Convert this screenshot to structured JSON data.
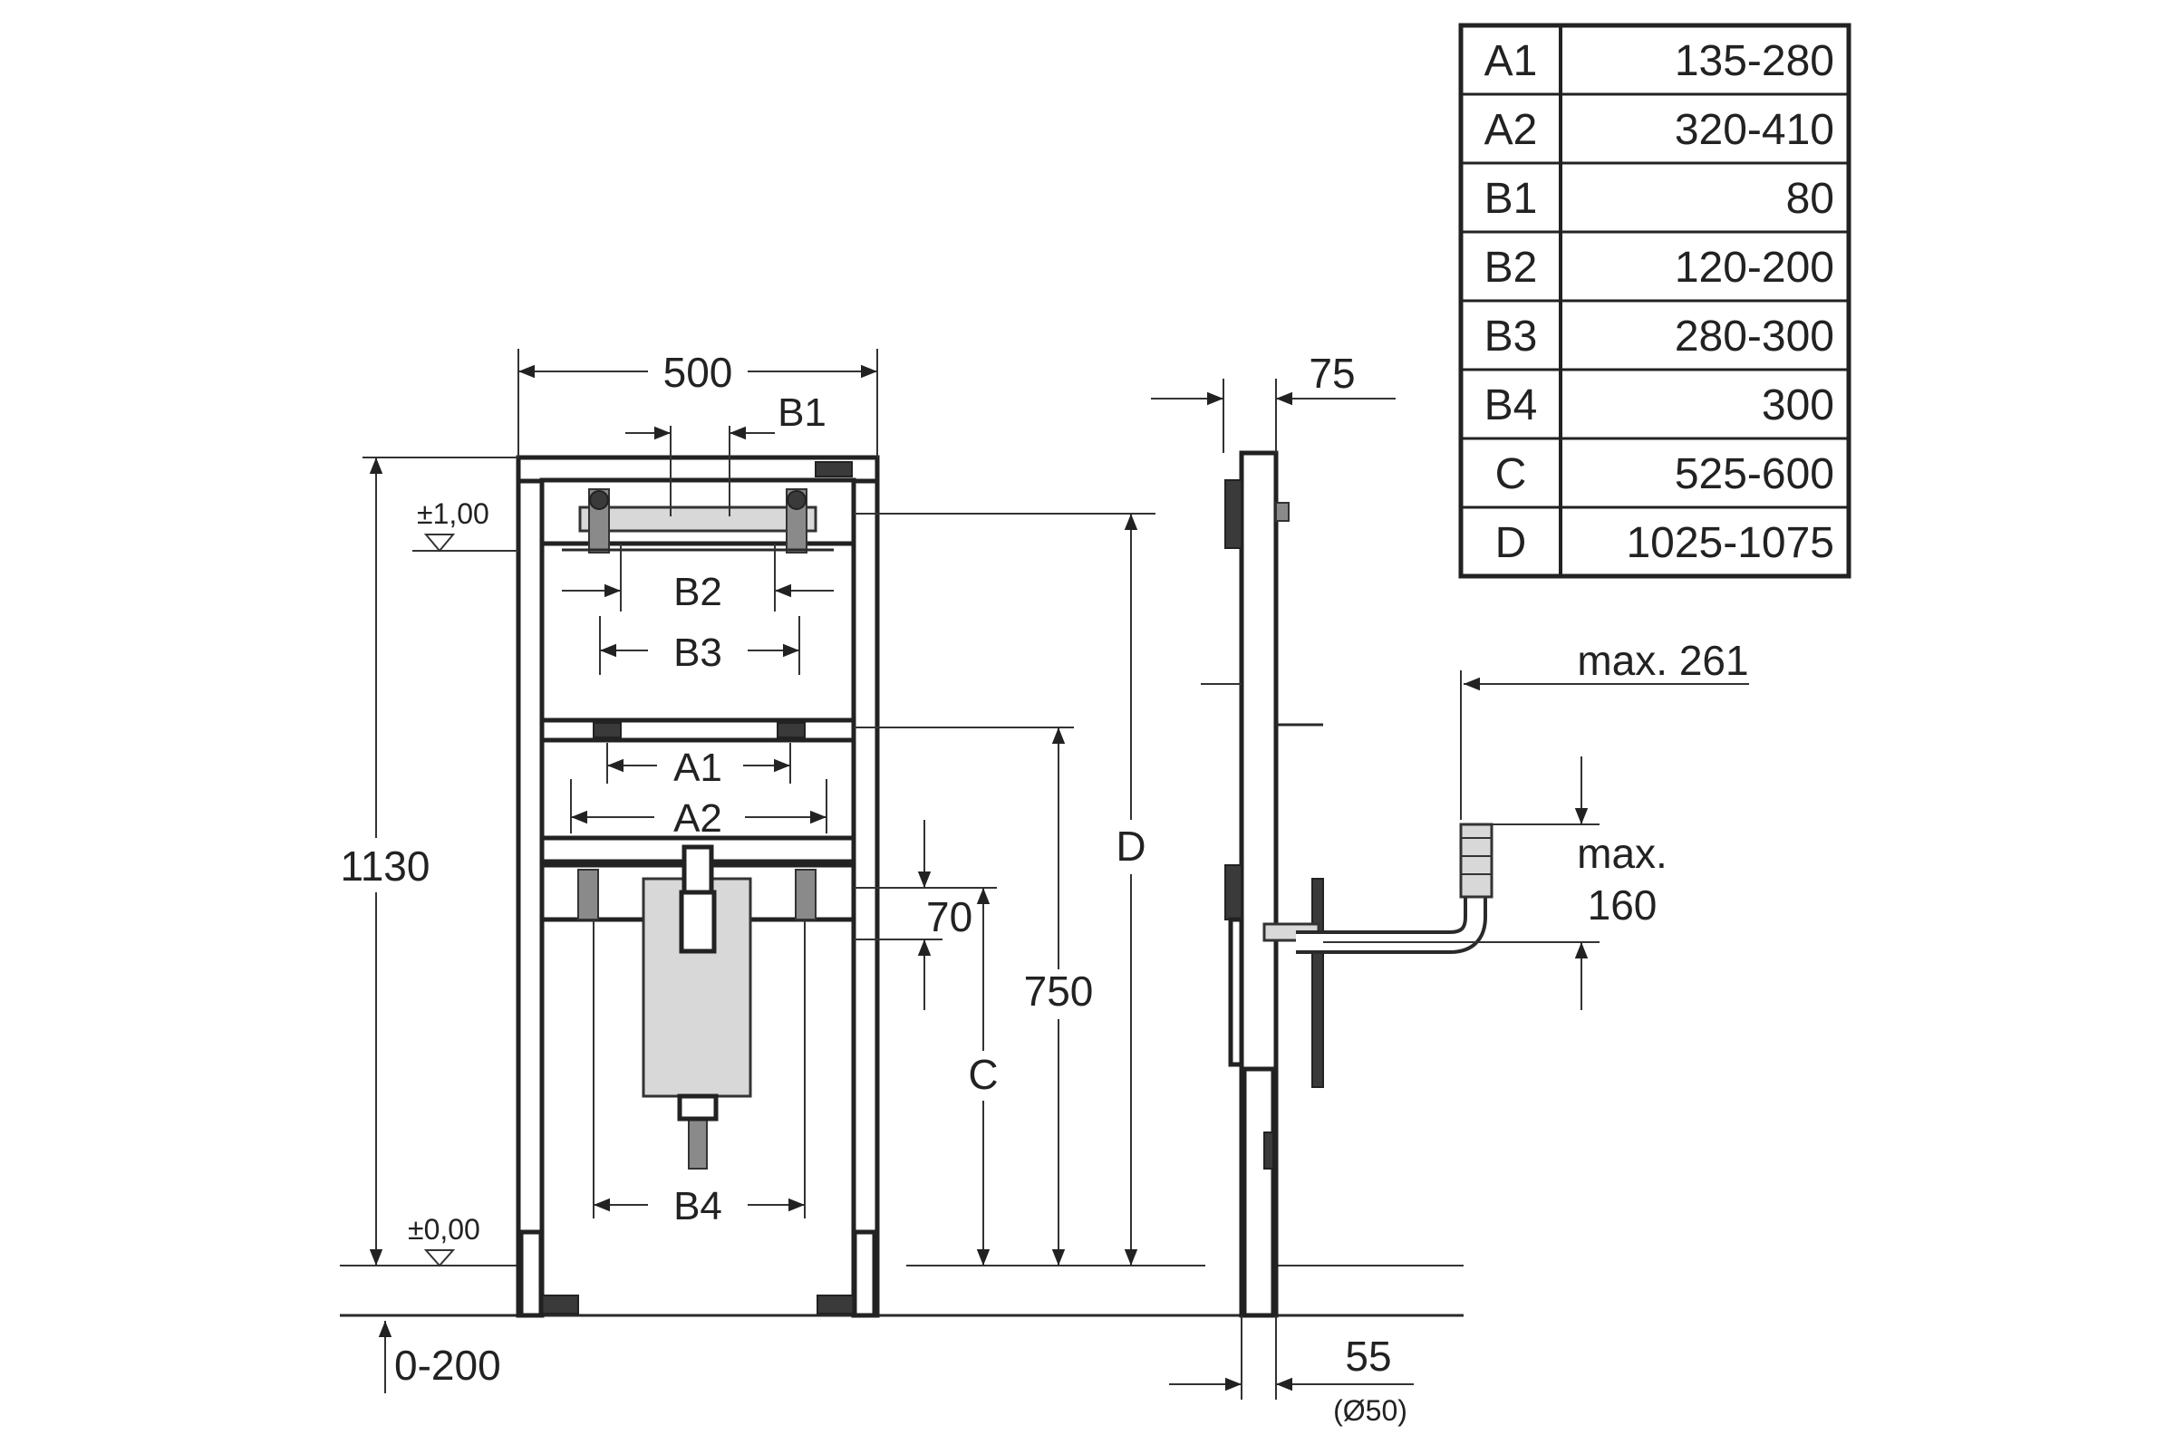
{
  "dimensions": {
    "width": "500",
    "b1": "B1",
    "b2": "B2",
    "b3": "B3",
    "a1": "A1",
    "a2": "A2",
    "b4": "B4",
    "height_total": "1130",
    "level_top": "±1,00",
    "level_zero": "±0,00",
    "floor_range": "0-200",
    "d": "D",
    "c": "C",
    "h750": "750",
    "h70": "70",
    "side_75": "75",
    "side_55": "55",
    "side_diameter": "(Ø50)",
    "max261": "max. 261",
    "max160_line1": "max.",
    "max160_line2": "160"
  },
  "table": {
    "rows": [
      {
        "key": "A1",
        "value": "135-280"
      },
      {
        "key": "A2",
        "value": "320-410"
      },
      {
        "key": "B1",
        "value": "80"
      },
      {
        "key": "B2",
        "value": "120-200"
      },
      {
        "key": "B3",
        "value": "280-300"
      },
      {
        "key": "B4",
        "value": "300"
      },
      {
        "key": "C",
        "value": "525-600"
      },
      {
        "key": "D",
        "value": "1025-1075"
      }
    ]
  }
}
